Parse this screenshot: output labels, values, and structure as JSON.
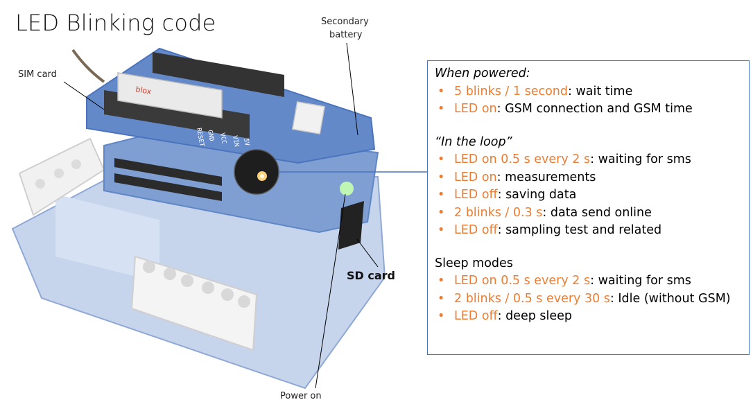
{
  "title": "LED Blinking code",
  "callouts": {
    "sim_card": "SIM card",
    "secondary_battery_line1": "Secondary",
    "secondary_battery_line2": "battery",
    "sd_card": "SD card",
    "power_on": "Power on"
  },
  "board": {
    "module_brand": "blox",
    "pin_labels": [
      "GND",
      "RESET",
      "VCC",
      "VIN",
      "5V"
    ]
  },
  "legend": {
    "sections": [
      {
        "title": "When powered:",
        "italic": true,
        "items": [
          {
            "highlight": "5 blinks / 1 second",
            "text": ": wait time"
          },
          {
            "highlight": "LED on",
            "text": ": GSM connection and GSM time"
          }
        ]
      },
      {
        "title": "“In the loop”",
        "italic": true,
        "items": [
          {
            "highlight": "LED on 0.5 s every 2 s",
            "text": ": waiting for sms"
          },
          {
            "highlight": "LED on",
            "text": ": measurements"
          },
          {
            "highlight": "LED off",
            "text": ": saving data"
          },
          {
            "highlight": "2 blinks / 0.3 s",
            "text": ": data send online"
          },
          {
            "highlight": "LED off",
            "text": ": sampling test and related"
          }
        ]
      },
      {
        "title": "Sleep modes",
        "italic": false,
        "items": [
          {
            "highlight": "LED on 0.5 s every 2 s",
            "text": ": waiting for sms"
          },
          {
            "highlight": "2 blinks / 0.5 s every 30 s",
            "text": ": Idle (without GSM)"
          },
          {
            "highlight": "LED off",
            "text": ": deep sleep"
          }
        ]
      }
    ]
  },
  "colors": {
    "highlight": "#ed7d31",
    "box_border": "#4a74bd",
    "board_blue": "#5f86c6",
    "board_light": "#c9d6ec"
  }
}
